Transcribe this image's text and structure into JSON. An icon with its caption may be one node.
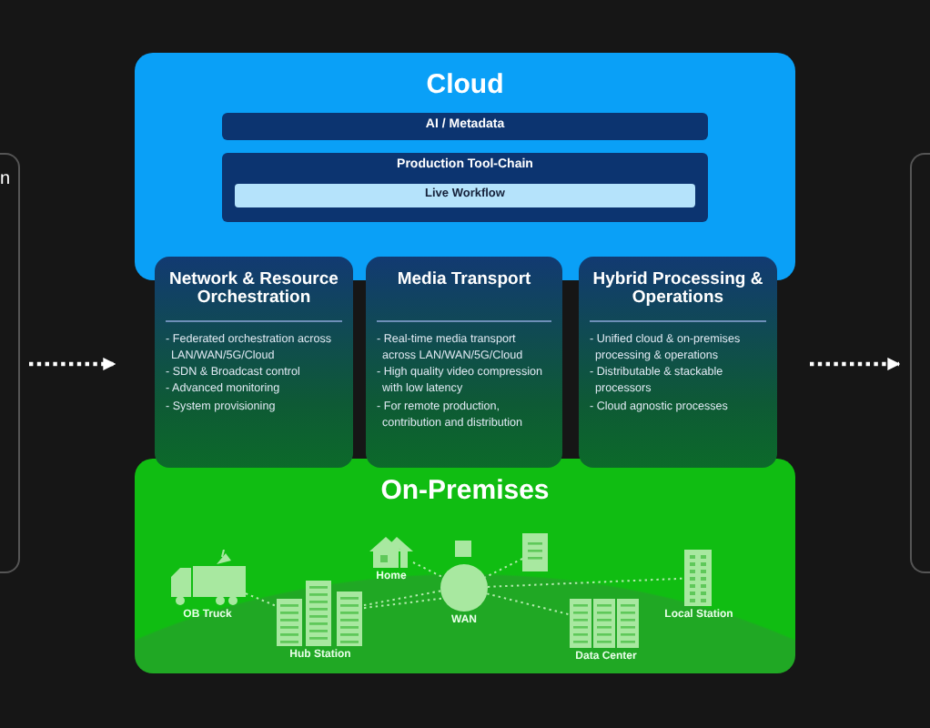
{
  "diagram": {
    "nodes": [
      {
        "text": [
          "n"
        ]
      },
      {
        "text": [
          "Cloud"
        ]
      },
      {
        "text": [
          "AI / Metadata"
        ],
        "in": 1
      },
      {
        "text": [
          "Production Tool-Chain"
        ],
        "in": 1
      },
      {
        "text": [
          "Live Workflow"
        ],
        "in": 3
      },
      {
        "text": [
          "Network & Resource Orchestration",
          "- Federated orchestration across LAN/WAN/5G/Cloud",
          "- SDN & Broadcast control",
          "- Advanced monitoring",
          "- System provisioning"
        ]
      },
      {
        "text": [
          "Media Transport",
          "- Real-time media transport across LAN/WAN/5G/Cloud",
          "- High quality video compression with low latency",
          "- For remote production, contribution and distribution"
        ]
      },
      {
        "text": [
          "Hybrid Processing & Operations",
          "- Unified cloud & on-premises processing & operations",
          "- Distributable & stackable processors",
          "- Cloud agnostic processes"
        ]
      },
      {
        "text": [
          "On-Premises"
        ]
      },
      {
        "text": [
          "OB Truck"
        ],
        "in": 8
      },
      {
        "text": [
          "Hub Station"
        ],
        "in": 8
      },
      {
        "text": [
          "Home"
        ],
        "in": 8
      },
      {
        "text": [],
        "shape": "box",
        "in": 8
      },
      {
        "text": [
          "WAN"
        ],
        "in": 8
      },
      {
        "text": [],
        "shape": "picture",
        "in": 8
      },
      {
        "text": [
          "Data Center"
        ],
        "in": 8
      },
      {
        "text": [
          "Local Station"
        ],
        "in": 8
      },
      {
        "text": [],
        "shape": "box"
      }
    ],
    "edges": [
      {
        "from": 0,
        "to": 5,
        "arrow": "to",
        "style": "dashed",
        "color": "#ffffff"
      },
      {
        "from": 7,
        "to": 17,
        "arrow": "to",
        "style": "dashed",
        "color": "#ffffff"
      },
      {
        "from": 9,
        "to": 10,
        "arrow": "none",
        "style": "dashed"
      },
      {
        "from": 10,
        "to": 13,
        "arrow": "none",
        "style": "dashed"
      },
      {
        "from": 10,
        "to": 13,
        "arrow": "none",
        "style": "dashed"
      },
      {
        "from": 11,
        "to": 13,
        "arrow": "none",
        "style": "dashed"
      },
      {
        "from": 14,
        "to": 13,
        "arrow": "none",
        "style": "dashed"
      },
      {
        "from": 13,
        "to": 16,
        "arrow": "none",
        "style": "dashed"
      },
      {
        "from": 13,
        "to": 15,
        "arrow": "none",
        "style": "dashed"
      }
    ]
  }
}
